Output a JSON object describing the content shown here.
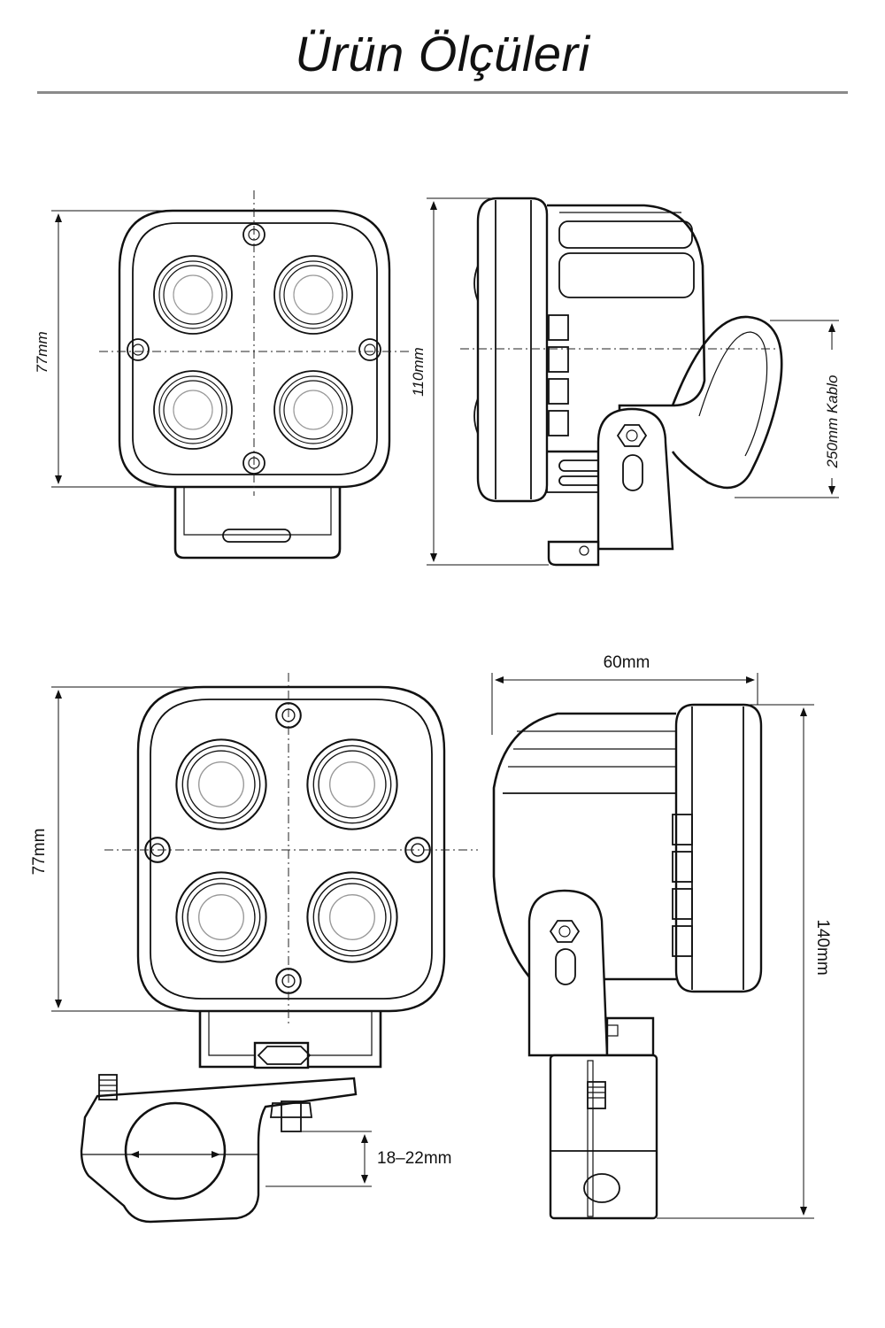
{
  "header": {
    "title": "Ürün Ölçüleri"
  },
  "top_front": {
    "height_label": "77mm"
  },
  "top_side": {
    "height_label": "110mm",
    "cable_label": "250mm Kablo"
  },
  "bottom_front": {
    "height_label": "77mm",
    "clamp_label": "18–22mm"
  },
  "bottom_side": {
    "width_label": "60mm",
    "height_label": "140mm"
  }
}
